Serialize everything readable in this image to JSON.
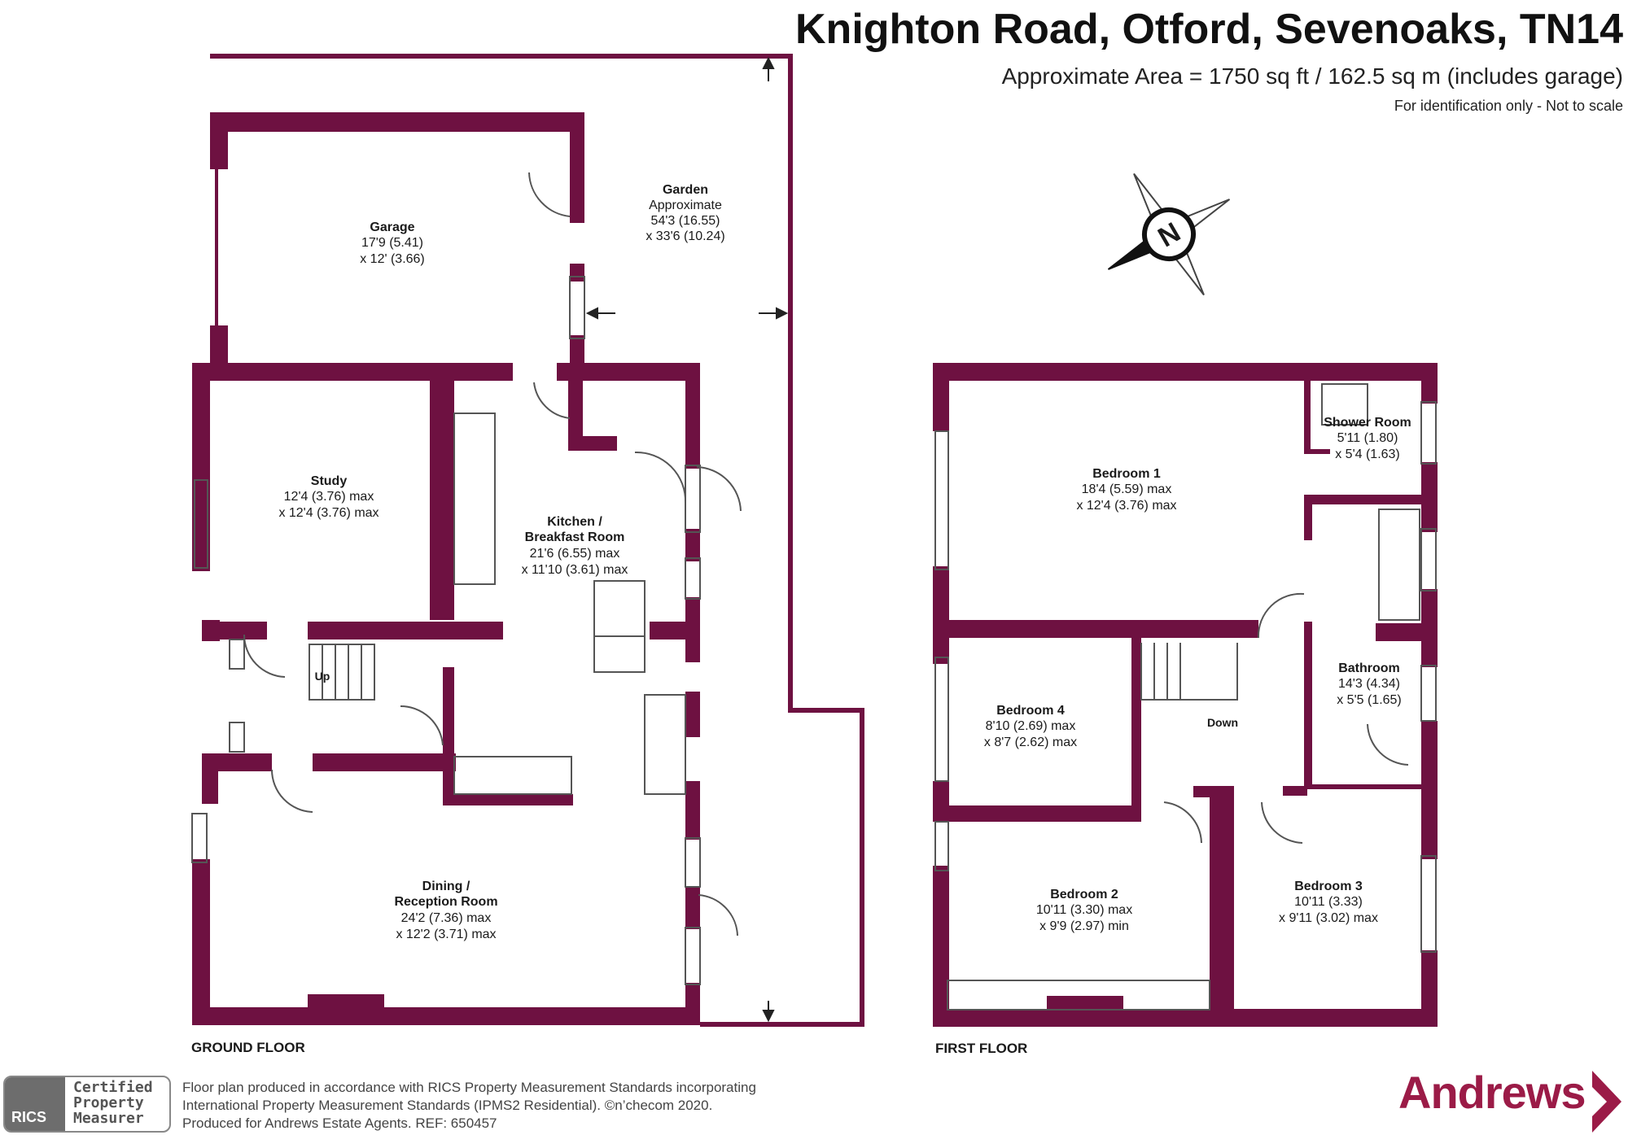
{
  "header": {
    "title": "Knighton Road, Otford, Sevenoaks, TN14",
    "area": "Approximate Area = 1750 sq ft / 162.5 sq m (includes garage)",
    "note": "For identification only - Not to scale"
  },
  "colors": {
    "wall": "#6e1141",
    "brand": "#9b1b47",
    "text": "#1a1a1a"
  },
  "compass": {
    "icon": "compass-icon",
    "letter": "N"
  },
  "ground_floor": {
    "label": "GROUND FLOOR",
    "rooms": {
      "garage": {
        "name": "Garage",
        "dim1": "17'9 (5.41)",
        "dim2": "x 12' (3.66)"
      },
      "garden": {
        "name": "Garden",
        "dim0": "Approximate",
        "dim1": "54'3 (16.55)",
        "dim2": "x 33'6 (10.24)"
      },
      "study": {
        "name": "Study",
        "dim1": "12'4 (3.76) max",
        "dim2": "x 12'4 (3.76) max"
      },
      "kitchen": {
        "name1": "Kitchen /",
        "name2": "Breakfast Room",
        "dim1": "21'6 (6.55) max",
        "dim2": "x 11'10 (3.61) max"
      },
      "dining": {
        "name1": "Dining /",
        "name2": "Reception Room",
        "dim1": "24'2 (7.36) max",
        "dim2": "x 12'2 (3.71) max"
      }
    },
    "stairs_label": "Up"
  },
  "first_floor": {
    "label": "FIRST FLOOR",
    "rooms": {
      "bedroom1": {
        "name": "Bedroom 1",
        "dim1": "18'4 (5.59) max",
        "dim2": "x 12'4 (3.76) max"
      },
      "shower": {
        "name": "Shower Room",
        "dim1": "5'11 (1.80)",
        "dim2": "x 5'4 (1.63)"
      },
      "bathroom": {
        "name": "Bathroom",
        "dim1": "14'3 (4.34)",
        "dim2": "x 5'5 (1.65)"
      },
      "bedroom4": {
        "name": "Bedroom 4",
        "dim1": "8'10 (2.69) max",
        "dim2": "x 8'7 (2.62) max"
      },
      "bedroom2": {
        "name": "Bedroom 2",
        "dim1": "10'11 (3.30) max",
        "dim2": "x 9'9 (2.97) min"
      },
      "bedroom3": {
        "name": "Bedroom 3",
        "dim1": "10'11 (3.33)",
        "dim2": "x 9'11 (3.02) max"
      }
    },
    "stairs_label": "Down"
  },
  "footer": {
    "line1": "Floor plan produced in accordance with RICS Property Measurement Standards incorporating",
    "line2": "International Property Measurement Standards (IPMS2 Residential).   ©n’checom 2020.",
    "line3": "Produced for Andrews Estate Agents.   REF:   650457",
    "rics_badge": "RICS",
    "rics_line1": "Certified",
    "rics_line2": "Property",
    "rics_line3": "Measurer",
    "brand": "Andrews"
  }
}
